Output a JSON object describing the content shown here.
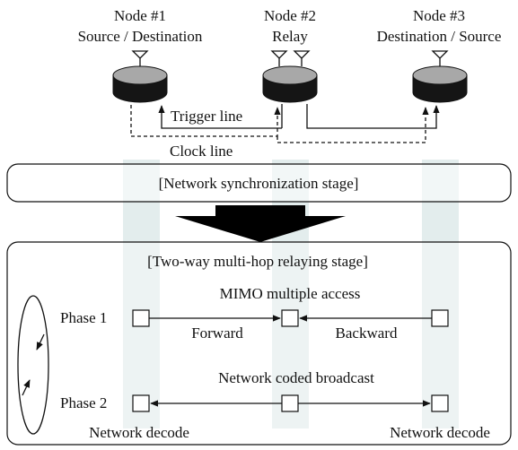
{
  "nodes": [
    {
      "title": "Node #1",
      "role": "Source / Destination"
    },
    {
      "title": "Node #2",
      "role": "Relay"
    },
    {
      "title": "Node #3",
      "role": "Destination / Source"
    }
  ],
  "wiring": {
    "trigger_label": "Trigger line",
    "clock_label": "Clock line"
  },
  "stages": {
    "sync_label": "[Network synchronization stage]",
    "relay_label": "[Two-way multi-hop relaying stage]"
  },
  "phases": {
    "mimo_label": "MIMO multiple access",
    "phase1_label": "Phase 1",
    "forward_label": "Forward",
    "backward_label": "Backward",
    "broadcast_label": "Network coded broadcast",
    "phase2_label": "Phase 2",
    "decode_left_label": "Network decode",
    "decode_right_label": "Network decode"
  },
  "colors": {
    "column_shade": "#e3eded",
    "arrow_fill": "#000000",
    "disk_body": "#151515",
    "disk_top": "#a8a8a8"
  }
}
